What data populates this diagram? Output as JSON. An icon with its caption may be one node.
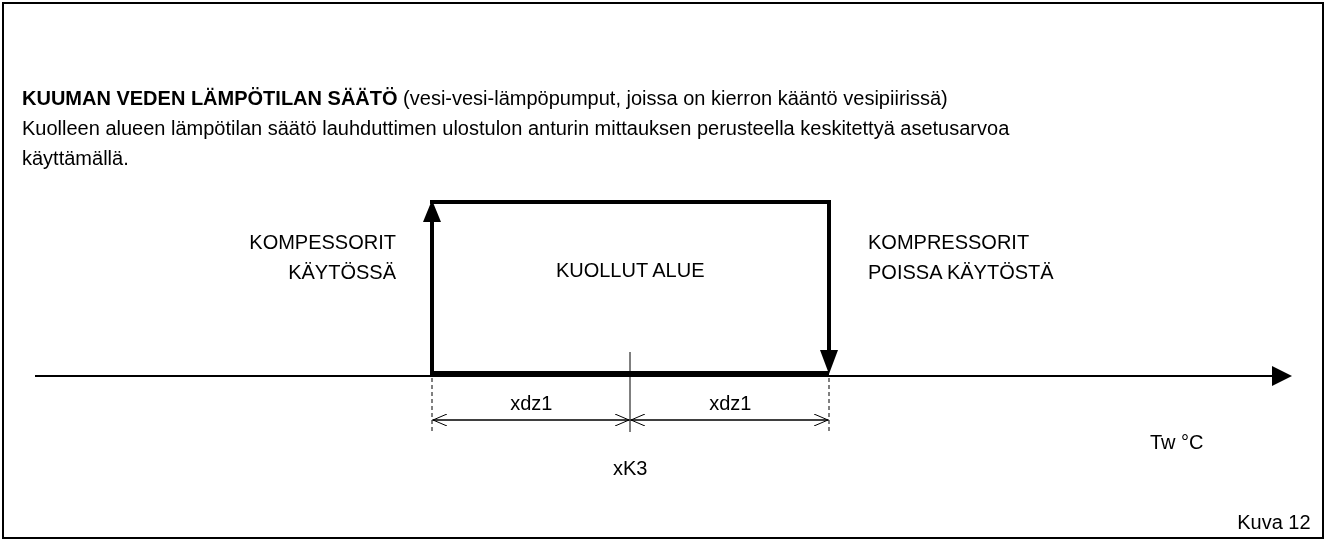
{
  "diagram": {
    "title": "**KUUMAN VEDEN LÄMPÖTILAN SÄÄTÖ** (vesi-vesi-lämpöpumput, joissa on kierron kääntö vesipiirissä)",
    "labels": [
      "Kuolleen alueen lämpötilan säätö lauhduttimen ulostulon anturin mittauksen perusteella keskitettyä asetusarvoa käyttämällä.",
      "KOMPESSORIT KÄYTÖSSÄ",
      "KUOLLUT ALUE",
      "KOMPRESSORIT POISSA KÄYTÖSTÄ",
      "xdz1",
      "xdz1",
      "Tw °C",
      "xK3",
      "Kuva 12"
    ]
  }
}
